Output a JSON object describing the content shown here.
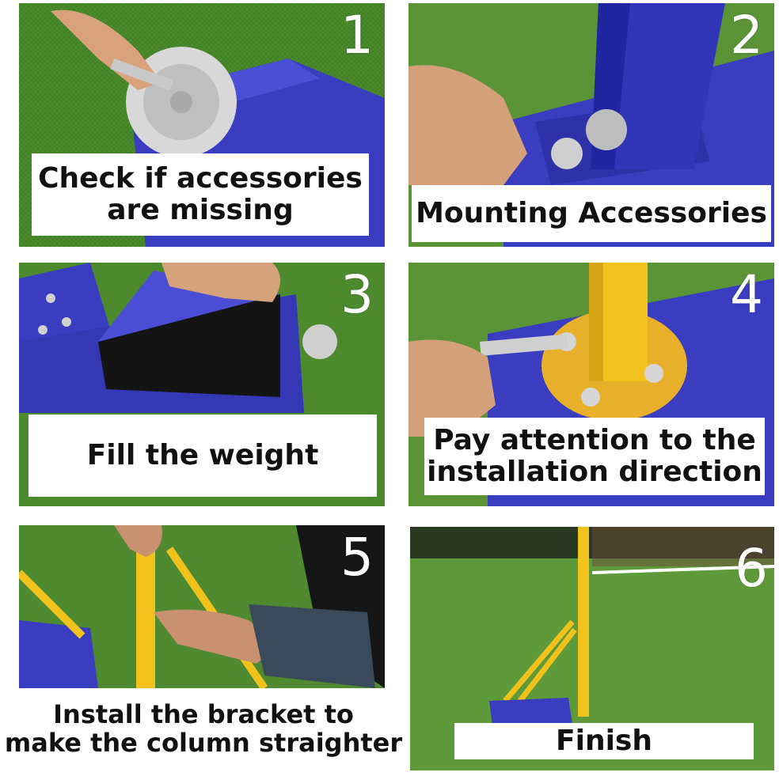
{
  "steps": [
    {
      "number": "1",
      "caption_lines": [
        "Check if accessories",
        "are missing"
      ]
    },
    {
      "number": "2",
      "caption_lines": [
        "Mounting Accessories"
      ]
    },
    {
      "number": "3",
      "caption_lines": [
        "Fill the weight"
      ]
    },
    {
      "number": "4",
      "caption_lines": [
        "Pay attention to the",
        "installation direction"
      ]
    },
    {
      "number": "5",
      "caption_lines": [
        "Install the bracket to",
        "make the column straighter"
      ]
    },
    {
      "number": "6",
      "caption_lines": [
        "Finish"
      ]
    }
  ],
  "colors": {
    "grass": "#4f8a2e",
    "base_blue": "#3a3dbf",
    "pole_yellow": "#f2c21c",
    "caption_bg": "#ffffff",
    "caption_text": "#111111",
    "number": "#ffffff"
  }
}
